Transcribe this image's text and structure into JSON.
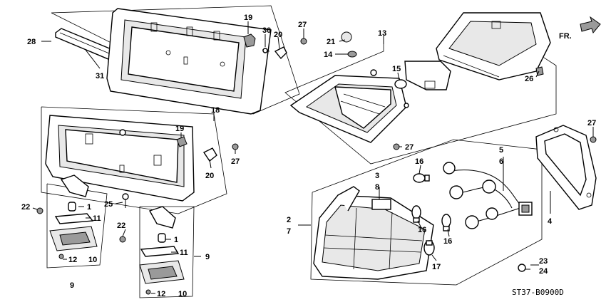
{
  "diagram": {
    "code": "ST37-B0900D",
    "direction_label": "FR.",
    "callouts": [
      {
        "id": "c28",
        "text": "28"
      },
      {
        "id": "c31",
        "text": "31"
      },
      {
        "id": "c19a",
        "text": "19"
      },
      {
        "id": "c30",
        "text": "30"
      },
      {
        "id": "c20a",
        "text": "20"
      },
      {
        "id": "c27a",
        "text": "27"
      },
      {
        "id": "c21",
        "text": "21"
      },
      {
        "id": "c14",
        "text": "14"
      },
      {
        "id": "c13",
        "text": "13"
      },
      {
        "id": "c15",
        "text": "15"
      },
      {
        "id": "c26",
        "text": "26"
      },
      {
        "id": "c18",
        "text": "18"
      },
      {
        "id": "c19b",
        "text": "19"
      },
      {
        "id": "c20b",
        "text": "20"
      },
      {
        "id": "c27b",
        "text": "27"
      },
      {
        "id": "c27c",
        "text": "27"
      },
      {
        "id": "c27d",
        "text": "27"
      },
      {
        "id": "c22a",
        "text": "22"
      },
      {
        "id": "c1a",
        "text": "1"
      },
      {
        "id": "c11a",
        "text": "11"
      },
      {
        "id": "c25",
        "text": "25"
      },
      {
        "id": "c12a",
        "text": "12"
      },
      {
        "id": "c10a",
        "text": "10"
      },
      {
        "id": "c9a",
        "text": "9"
      },
      {
        "id": "c22b",
        "text": "22"
      },
      {
        "id": "c1b",
        "text": "1"
      },
      {
        "id": "c11b",
        "text": "11"
      },
      {
        "id": "c9b",
        "text": "9"
      },
      {
        "id": "c12b",
        "text": "12"
      },
      {
        "id": "c10b",
        "text": "10"
      },
      {
        "id": "c16a",
        "text": "16"
      },
      {
        "id": "c3",
        "text": "3"
      },
      {
        "id": "c8",
        "text": "8"
      },
      {
        "id": "c5",
        "text": "5"
      },
      {
        "id": "c6",
        "text": "6"
      },
      {
        "id": "c2",
        "text": "2"
      },
      {
        "id": "c7",
        "text": "7"
      },
      {
        "id": "c16b",
        "text": "16"
      },
      {
        "id": "c16c",
        "text": "16"
      },
      {
        "id": "c17",
        "text": "17"
      },
      {
        "id": "c4",
        "text": "4"
      },
      {
        "id": "c23",
        "text": "23"
      },
      {
        "id": "c24",
        "text": "24"
      }
    ]
  }
}
